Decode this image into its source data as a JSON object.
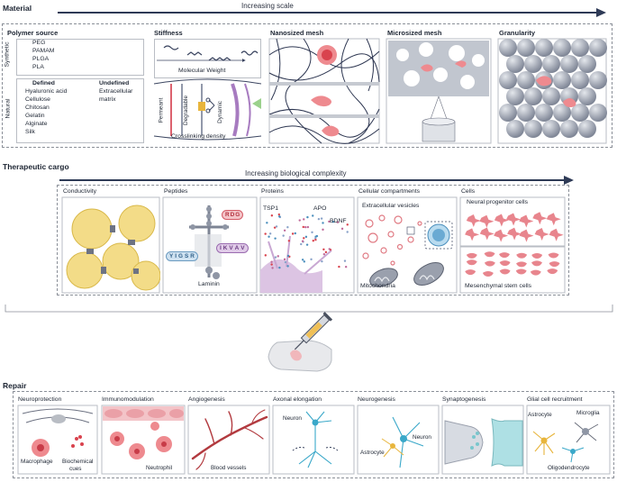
{
  "sections": {
    "material": "Material",
    "cargo": "Therapeutic cargo",
    "repair": "Repair"
  },
  "axes": {
    "scale": "Increasing scale",
    "complexity": "Increasing biological complexity"
  },
  "material": {
    "polymer_source": {
      "title": "Polymer source",
      "synthetic_label": "Synthetic",
      "synthetic_items": [
        "PEG",
        "PAMAM",
        "PLGA",
        "PLA"
      ],
      "natural_label": "Natural",
      "defined_title": "Defined",
      "defined_items": [
        "Hyaluronic acid",
        "Cellulose",
        "Chitosan",
        "Gelatin",
        "Alginate",
        "Silk"
      ],
      "undefined_title": "Undefined",
      "undefined_items": [
        "Extracellular",
        "matrix"
      ]
    },
    "stiffness": {
      "title": "Stiffness",
      "molecular_weight": "Molecular Weight",
      "permeant": "Permeant",
      "degradable": "Degradable",
      "dynamic": "Dynamic",
      "crosslinking": "Crosslinking density"
    },
    "nanosized": "Nanosized mesh",
    "microsized": "Microsized mesh",
    "granularity": "Granularity"
  },
  "cargo": {
    "conductivity": "Conductivity",
    "peptides": {
      "title": "Peptides",
      "rdg": [
        "R",
        "D",
        "G"
      ],
      "yigsr": [
        "Y",
        "I",
        "G",
        "S",
        "R"
      ],
      "ikvav": [
        "I",
        "K",
        "V",
        "A",
        "V"
      ],
      "laminin": "Laminin"
    },
    "proteins": {
      "title": "Proteins",
      "tsp1": "TSP1",
      "apo": "APO",
      "bdnf": "BDNF"
    },
    "compartments": {
      "title": "Cellular compartments",
      "vesicles": "Extracellular vesicles",
      "mitochondria": "Mitochondria"
    },
    "cells": {
      "title": "Cells",
      "npc": "Neural progenitor cells",
      "msc": "Mesenchymal stem cells"
    }
  },
  "repair": {
    "neuroprotection": {
      "title": "Neuroprotection",
      "macrophage": "Macrophage",
      "biochemical": "Biochemical",
      "cues": "cues"
    },
    "immunomodulation": {
      "title": "Immunomodulation",
      "neutrophil": "Neutrophil"
    },
    "angiogenesis": {
      "title": "Angiogenesis",
      "vessels": "Blood vessels"
    },
    "axonal": {
      "title": "Axonal elongation",
      "neuron": "Neuron"
    },
    "neurogenesis": {
      "title": "Neurogenesis",
      "neuron": "Neuron",
      "astrocyte": "Astrocyte"
    },
    "synaptogenesis": {
      "title": "Synaptogenesis"
    },
    "glial": {
      "title": "Glial cell recruitment",
      "astrocyte": "Astrocyte",
      "microglia": "Microglia",
      "oligo": "Oligodendrocyte"
    }
  },
  "colors": {
    "arrow": "#2e3a56",
    "sphere": "#f3dc88",
    "pink": "#e8858d",
    "grey": "#9aa0ad",
    "purple": "#c9a8d3"
  }
}
